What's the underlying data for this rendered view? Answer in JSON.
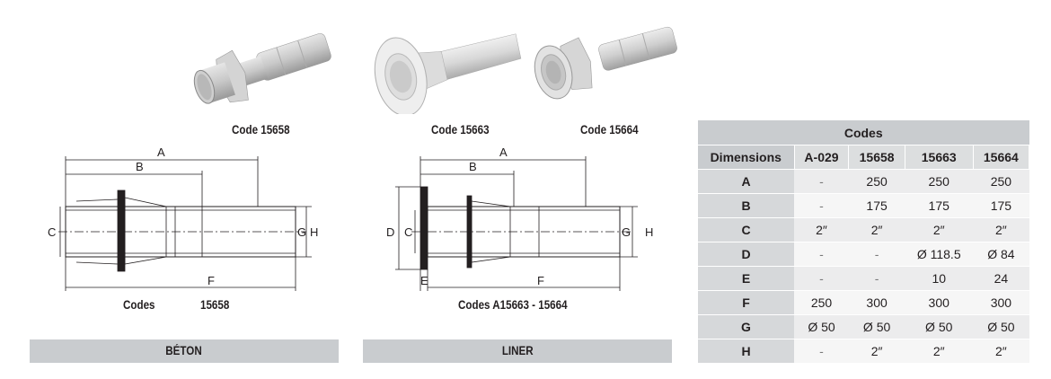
{
  "products": [
    {
      "code_label": "Code 15658"
    },
    {
      "code_label": "Code 15663"
    },
    {
      "code_label": "Code 15664"
    }
  ],
  "drawings": {
    "beton": {
      "letters": {
        "A": "A",
        "B": "B",
        "C": "C",
        "F": "F",
        "G": "G",
        "H": "H"
      },
      "caption_codes": "Codes",
      "caption_number": "15658",
      "bar_label": "BÉTON"
    },
    "liner": {
      "letters": {
        "A": "A",
        "B": "B",
        "C": "C",
        "D": "D",
        "E": "E",
        "F": "F",
        "G": "G",
        "H": "H"
      },
      "caption": "Codes A15663 - 15664",
      "bar_label": "LINER"
    }
  },
  "table": {
    "title": "Codes",
    "header": [
      "Dimensions",
      "A-029",
      "15658",
      "15663",
      "15664"
    ],
    "rows": [
      {
        "dim": "A",
        "values": [
          "-",
          "250",
          "250",
          "250"
        ]
      },
      {
        "dim": "B",
        "values": [
          "-",
          "175",
          "175",
          "175"
        ]
      },
      {
        "dim": "C",
        "values": [
          "2″",
          "2″",
          "2″",
          "2″"
        ]
      },
      {
        "dim": "D",
        "values": [
          "-",
          "-",
          "Ø 118.5",
          "Ø 84"
        ]
      },
      {
        "dim": "E",
        "values": [
          "-",
          "-",
          "10",
          "24"
        ]
      },
      {
        "dim": "F",
        "values": [
          "250",
          "300",
          "300",
          "300"
        ]
      },
      {
        "dim": "G",
        "values": [
          "Ø 50",
          "Ø 50",
          "Ø 50",
          "Ø 50"
        ]
      },
      {
        "dim": "H",
        "values": [
          "-",
          "2″",
          "2″",
          "2″"
        ]
      }
    ]
  }
}
